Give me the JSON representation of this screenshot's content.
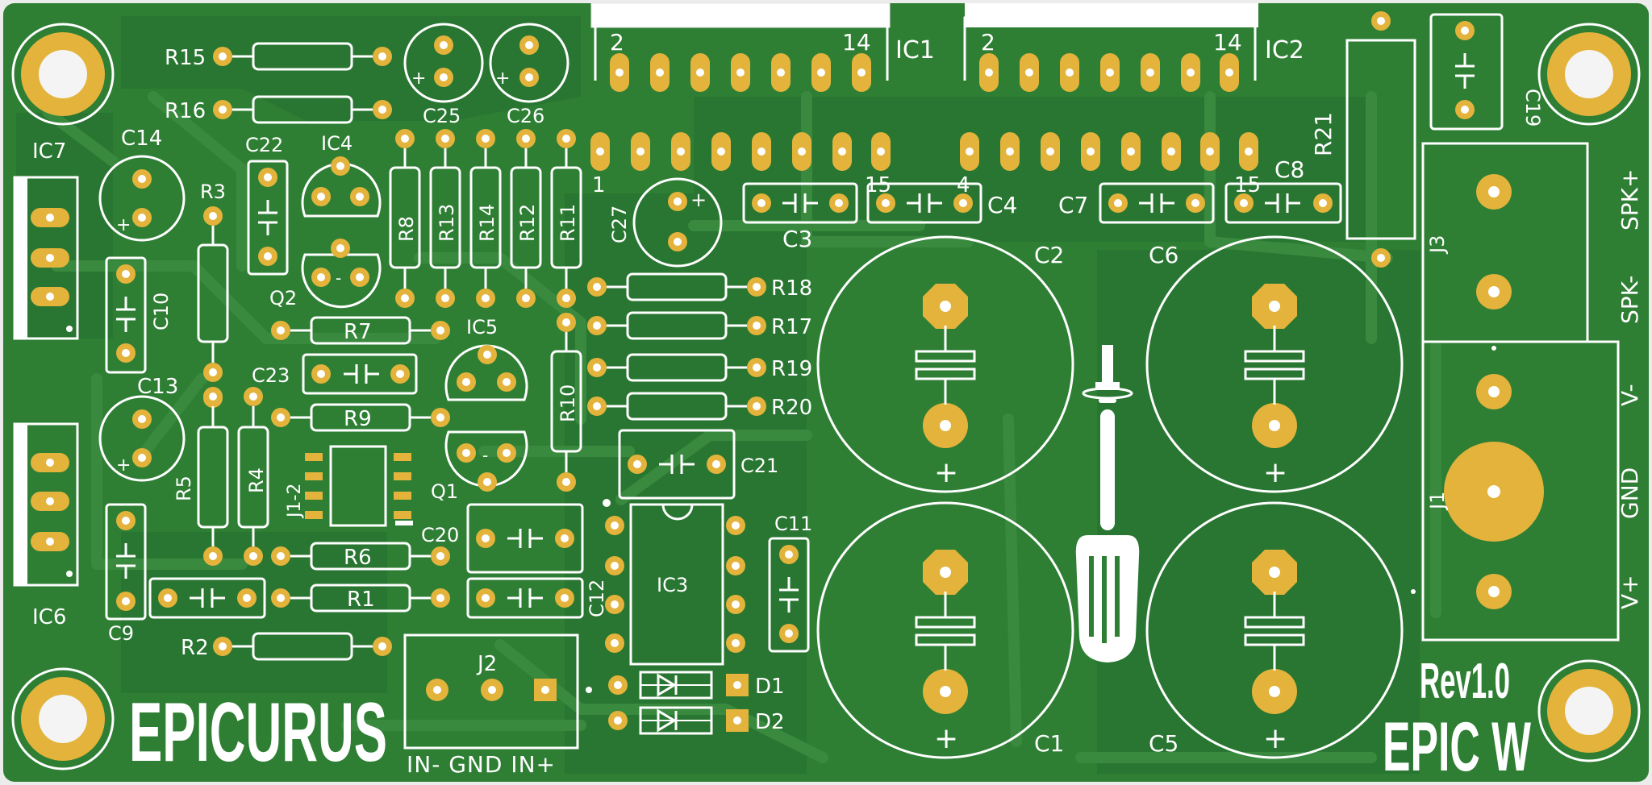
{
  "board": {
    "logo": "EPICURUS",
    "revision": "Rev1.0",
    "name": "EPIC W",
    "colors": {
      "solder_mask": "#2e7f34",
      "copper_pour": "#25702b",
      "trace": "#337f38",
      "pad": "#e3b33c",
      "silkscreen": "#ffffff",
      "background": "#ececec"
    }
  },
  "ics": {
    "ic1": {
      "name": "IC1",
      "pin_first": "2",
      "pin_last": "14",
      "pin_bottom_first": "1",
      "pin_bottom_last": "15"
    },
    "ic2": {
      "name": "IC2",
      "pin_first": "2",
      "pin_last": "14",
      "pin_bottom_first": "4",
      "pin_bottom_last": "15"
    },
    "ic3": "IC3",
    "ic4": "IC4",
    "ic5": "IC5",
    "ic6": "IC6",
    "ic7": "IC7"
  },
  "labels": {
    "r15": "R15",
    "r16": "R16",
    "r3": "R3",
    "r8": "R8",
    "r13": "R13",
    "r14": "R14",
    "r12": "R12",
    "r11": "R11",
    "r7": "R7",
    "r9": "R9",
    "r5": "R5",
    "r4": "R4",
    "r6": "R6",
    "r1": "R1",
    "r2": "R2",
    "r10": "R10",
    "r17": "R17",
    "r18": "R18",
    "r19": "R19",
    "r20": "R20",
    "r21": "R21",
    "c1": "C1",
    "c2": "C2",
    "c3": "C3",
    "c4": "C4",
    "c5": "C5",
    "c6": "C6",
    "c7": "C7",
    "c8": "C8",
    "c9": "C9",
    "c10": "C10",
    "c11": "C11",
    "c12": "C12",
    "c13": "C13",
    "c14": "C14",
    "c19": "C19",
    "c20": "C20",
    "c21": "C21",
    "c22": "C22",
    "c23": "C23",
    "c25": "C25",
    "c26": "C26",
    "c27": "C27",
    "q1": "Q1",
    "q2": "Q2",
    "j1": "J1",
    "j2": "J2",
    "j3": "J3",
    "j12": "J1-2",
    "d1": "D1",
    "d2": "D2",
    "plus": "+",
    "minus": "-"
  },
  "connectors": {
    "j2_pins": "IN- GND IN+",
    "spk_plus": "SPK+",
    "spk_minus": "SPK-",
    "v_minus": "V-",
    "gnd": "GND",
    "v_plus": "V+"
  }
}
